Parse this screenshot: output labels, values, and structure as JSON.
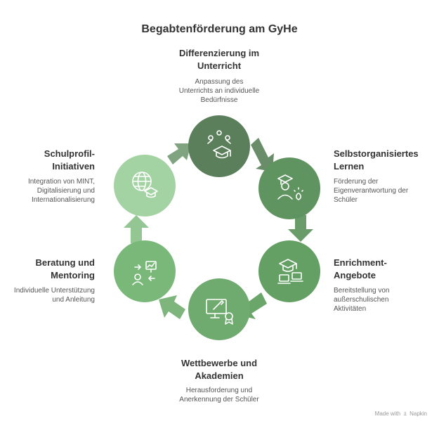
{
  "title": "Begabtenförderung am GyHe",
  "steps": [
    {
      "title_line1": "Differenzierung im",
      "title_line2": "Unterricht",
      "desc_line1": "Anpassung des",
      "desc_line2": "Unterrichts an individuelle",
      "desc_line3": "Bedürfnisse",
      "icon": "students-graduation-icon",
      "color": "#5a7f5a"
    },
    {
      "title_line1": "Selbstorganisiertes",
      "title_line2": "Lernen",
      "desc_line1": "Förderung der",
      "desc_line2": "Eigenverantwortung der",
      "desc_line3": "Schüler",
      "icon": "graduate-lightbulb-icon",
      "color": "#5f935f"
    },
    {
      "title_line1": "Enrichment-",
      "title_line2": "Angebote",
      "desc_line1": "Bereitstellung von",
      "desc_line2": "außerschulischen",
      "desc_line3": "Aktivitäten",
      "icon": "cap-laptop-icon",
      "color": "#64a064"
    },
    {
      "title_line1": "Wettbewerbe und",
      "title_line2": "Akademien",
      "desc_line1": "Herausforderung und",
      "desc_line2": "Anerkennung der Schüler",
      "desc_line3": "",
      "icon": "screen-award-icon",
      "color": "#6faa6f"
    },
    {
      "title_line1": "Beratung und",
      "title_line2": "Mentoring",
      "desc_line1": "Individuelle Unterstützung",
      "desc_line2": "und Anleitung",
      "desc_line3": "",
      "icon": "mentoring-presentation-icon",
      "color": "#7ab87a"
    },
    {
      "title_line1": "Schulprofil-",
      "title_line2": "Initiativen",
      "desc_line1": "Integration von MINT,",
      "desc_line2": "Digitalisierung und",
      "desc_line3": "Internationalisierung",
      "icon": "globe-cap-icon",
      "color": "#a3d3a3"
    }
  ],
  "colors": {
    "arrow": "#7fa47f",
    "text": "#333333",
    "muted": "#555555"
  },
  "footer": {
    "made_with": "Made with",
    "brand": "Napkin"
  }
}
